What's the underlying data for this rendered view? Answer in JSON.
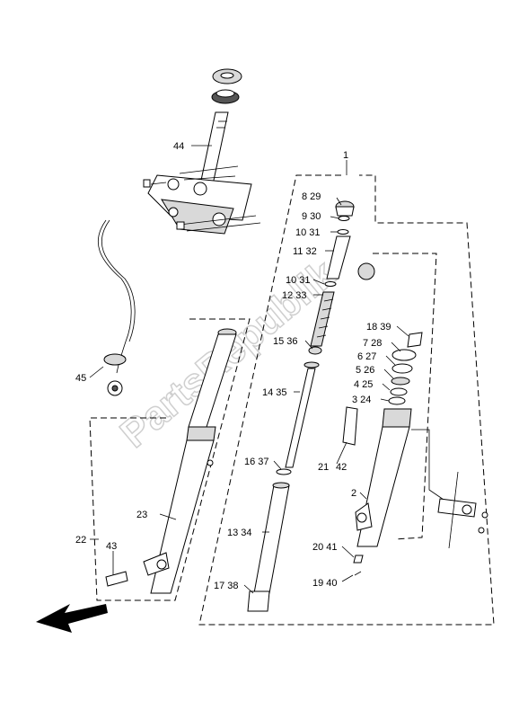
{
  "watermark": "PartsRepublik",
  "labels": {
    "l1": "1",
    "l2": "2",
    "l8_29": "8 29",
    "l9_30": "9 30",
    "l10_31a": "10 31",
    "l11_32": "11 32",
    "l10_31b": "10 31",
    "l12_33": "12 33",
    "l15_36": "15 36",
    "l14_35": "14 35",
    "l16_37": "16 37",
    "l13_34": "13 34",
    "l17_38": "17 38",
    "l18_39": "18 39",
    "l7_28": "7 28",
    "l6_27": "6 27",
    "l5_26": "5 26",
    "l4_25": "4 25",
    "l3_24": "3 24",
    "l21": "21",
    "l42": "42",
    "l20_41": "20 41",
    "l19_40": "19 40",
    "l22": "22",
    "l23": "23",
    "l43": "43",
    "l44": "44",
    "l45": "45"
  },
  "icons": {
    "front_arrow": "front-direction-arrow-icon"
  }
}
